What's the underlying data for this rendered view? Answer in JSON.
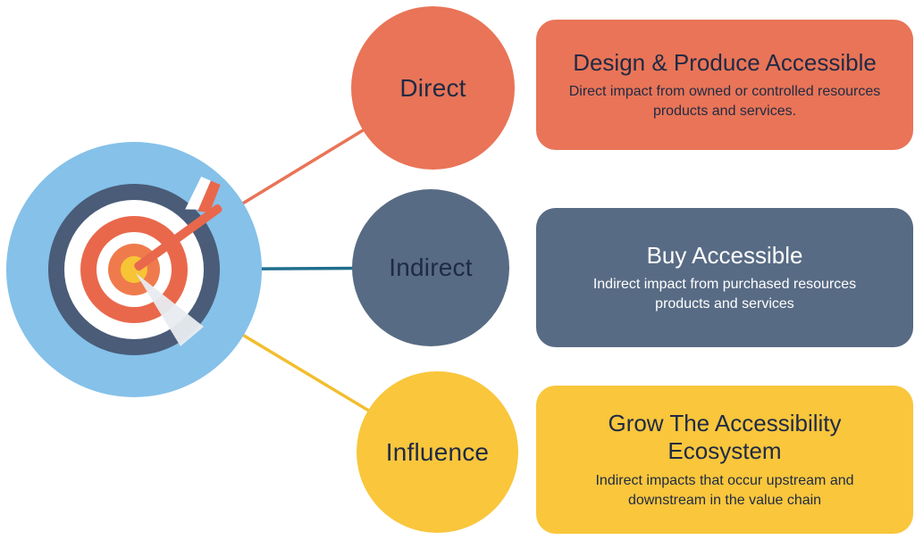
{
  "diagram": {
    "name": "accessibility-impact-target-diagram",
    "nodes": [
      {
        "id": "direct",
        "label": "Direct",
        "title": "Design & Produce Accessible",
        "description": "Direct impact from owned or controlled resources products and services.",
        "circle_color": "#E97457",
        "card_color": "#E97457",
        "line_color": "#E97457",
        "label_color": "#1F2A44",
        "card_text_color": "#1F2A44"
      },
      {
        "id": "indirect",
        "label": "Indirect",
        "title": "Buy Accessible",
        "description": "Indirect impact from purchased resources products and services",
        "circle_color": "#586B84",
        "card_color": "#586B84",
        "line_color": "#1F6E8C",
        "label_color": "#1F2A44",
        "card_text_color": "#FFFFFF"
      },
      {
        "id": "influence",
        "label": "Influence",
        "title": "Grow The Accessibility Ecosystem",
        "description": "Indirect impacts that occur upstream and downstream in the value chain",
        "circle_color": "#F9C63C",
        "card_color": "#F9C63C",
        "line_color": "#F2BE2E",
        "label_color": "#1F2A44",
        "card_text_color": "#1F2A44"
      }
    ],
    "target_colors": {
      "outer_blue": "#85C1E9",
      "ring_dark": "#4A5C78",
      "ring_red": "#E9684C",
      "center_orange": "#EF7B4D",
      "bull_yellow": "#F7C436",
      "white": "#FFFFFF",
      "dart": "#E9684C",
      "dart_shadow": "#E8ECF0"
    }
  }
}
